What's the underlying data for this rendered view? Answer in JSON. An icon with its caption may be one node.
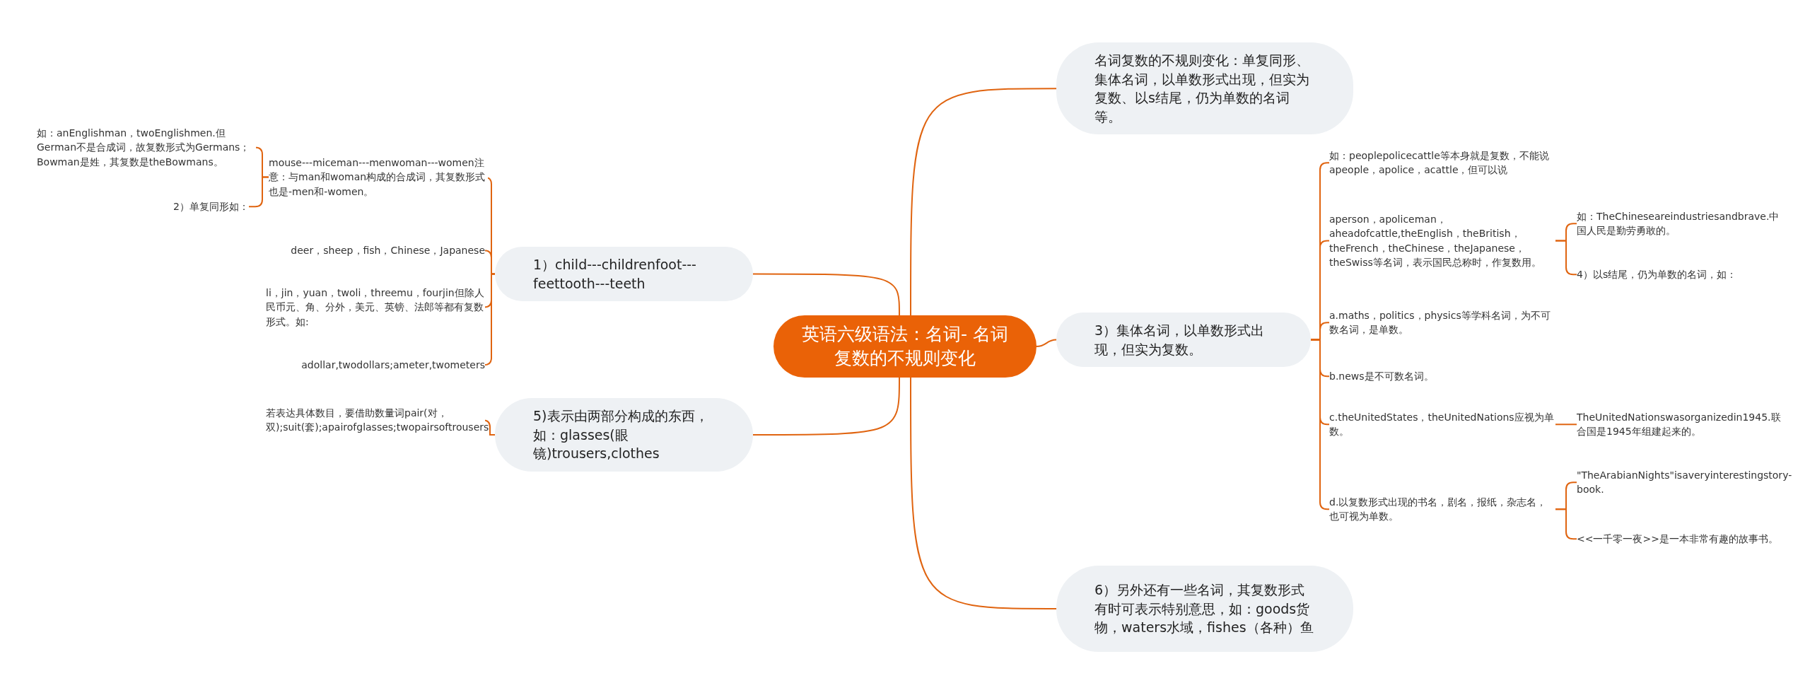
{
  "diagram": {
    "nodes": [
      {
        "text": [
          "英语六级语法：名词- 名词复数的不规则变化"
        ]
      },
      {
        "text": [
          "名词复数的不规则变化：单复同形、集体名词，以单数形式出现，但实为复数、以s结尾，仍为单数的名词等。"
        ]
      },
      {
        "text": [
          "3）集体名词，以单数形式出现，但实为复数。"
        ]
      },
      {
        "text": [
          "6）另外还有一些名词，其复数形式有时可表示特别意思，如：goods货物，waters水域，fishes（各种）鱼"
        ]
      },
      {
        "text": [
          "1）child---childrenfoot---feettooth---teeth"
        ]
      },
      {
        "text": [
          "5)表示由两部分构成的东西，如：glasses(眼镜)trousers,clothes"
        ]
      },
      {
        "text": [
          "mouse---miceman---menwoman---women注意：与man和woman构成的合成词，其复数形式也是-men和-women。"
        ]
      },
      {
        "text": [
          "如：anEnglishman，twoEnglishmen.但German不是合成词，故复数形式为Germans；Bowman是姓，其复数是theBowmans。"
        ]
      },
      {
        "text": [
          "2）单复同形如："
        ]
      },
      {
        "text": [
          "deer，sheep，fish，Chinese，Japanese"
        ]
      },
      {
        "text": [
          "li，jin，yuan，twoli，threemu，fourjin但除人民币元、角、分外，美元、英镑、法郎等都有复数形式。如:"
        ]
      },
      {
        "text": [
          "adollar,twodollars;ameter,twometers"
        ]
      },
      {
        "text": [
          "若表达具体数目，要借助数量词pair(对，双);suit(套);apairofglasses;twopairsoftrousers"
        ]
      },
      {
        "text": [
          "如：peoplepolicecattle等本身就是复数，不能说apeople，apolice，acattle，但可以说"
        ]
      },
      {
        "text": [
          "aperson，apoliceman，aheadofcattle,theEnglish，theBritish，theFrench，theChinese，theJapanese，theSwiss等名词，表示国民总称时，作复数用。"
        ]
      },
      {
        "text": [
          "如：TheChineseareindustriesandbrave.中国人民是勤劳勇敢的。"
        ]
      },
      {
        "text": [
          "4）以s结尾，仍为单数的名词，如："
        ]
      },
      {
        "text": [
          "a.maths，politics，physics等学科名词，为不可数名词，是单数。"
        ]
      },
      {
        "text": [
          "b.news是不可数名词。"
        ]
      },
      {
        "text": [
          "c.theUnitedStates，theUnitedNations应视为单数。"
        ]
      },
      {
        "text": [
          "TheUnitedNationswasorganizedin1945.联合国是1945年组建起来的。"
        ]
      },
      {
        "text": [
          "d.以复数形式出现的书名，剧名，报纸，杂志名，也可视为单数。"
        ]
      },
      {
        "text": [
          "\"TheArabianNights\"isaveryinterestingstory-book."
        ]
      },
      {
        "text": [
          "<<一千零一夜>>是一本非常有趣的故事书。"
        ]
      }
    ],
    "edges": [
      {
        "from": 0,
        "to": 1,
        "arrow": "none"
      },
      {
        "from": 0,
        "to": 2,
        "arrow": "none"
      },
      {
        "from": 0,
        "to": 3,
        "arrow": "none"
      },
      {
        "from": 0,
        "to": 4,
        "arrow": "none"
      },
      {
        "from": 0,
        "to": 5,
        "arrow": "none"
      },
      {
        "from": 4,
        "to": 6,
        "arrow": "none"
      },
      {
        "from": 6,
        "to": 7,
        "arrow": "none"
      },
      {
        "from": 6,
        "to": 8,
        "arrow": "none"
      },
      {
        "from": 4,
        "to": 9,
        "arrow": "none"
      },
      {
        "from": 4,
        "to": 10,
        "arrow": "none"
      },
      {
        "from": 4,
        "to": 11,
        "arrow": "none"
      },
      {
        "from": 5,
        "to": 12,
        "arrow": "none"
      },
      {
        "from": 2,
        "to": 13,
        "arrow": "none"
      },
      {
        "from": 2,
        "to": 14,
        "arrow": "none"
      },
      {
        "from": 14,
        "to": 15,
        "arrow": "none"
      },
      {
        "from": 14,
        "to": 16,
        "arrow": "none"
      },
      {
        "from": 2,
        "to": 17,
        "arrow": "none"
      },
      {
        "from": 2,
        "to": 18,
        "arrow": "none"
      },
      {
        "from": 2,
        "to": 19,
        "arrow": "none"
      },
      {
        "from": 19,
        "to": 20,
        "arrow": "none"
      },
      {
        "from": 2,
        "to": 21,
        "arrow": "none"
      },
      {
        "from": 21,
        "to": 22,
        "arrow": "none"
      },
      {
        "from": 21,
        "to": 23,
        "arrow": "none"
      }
    ]
  }
}
